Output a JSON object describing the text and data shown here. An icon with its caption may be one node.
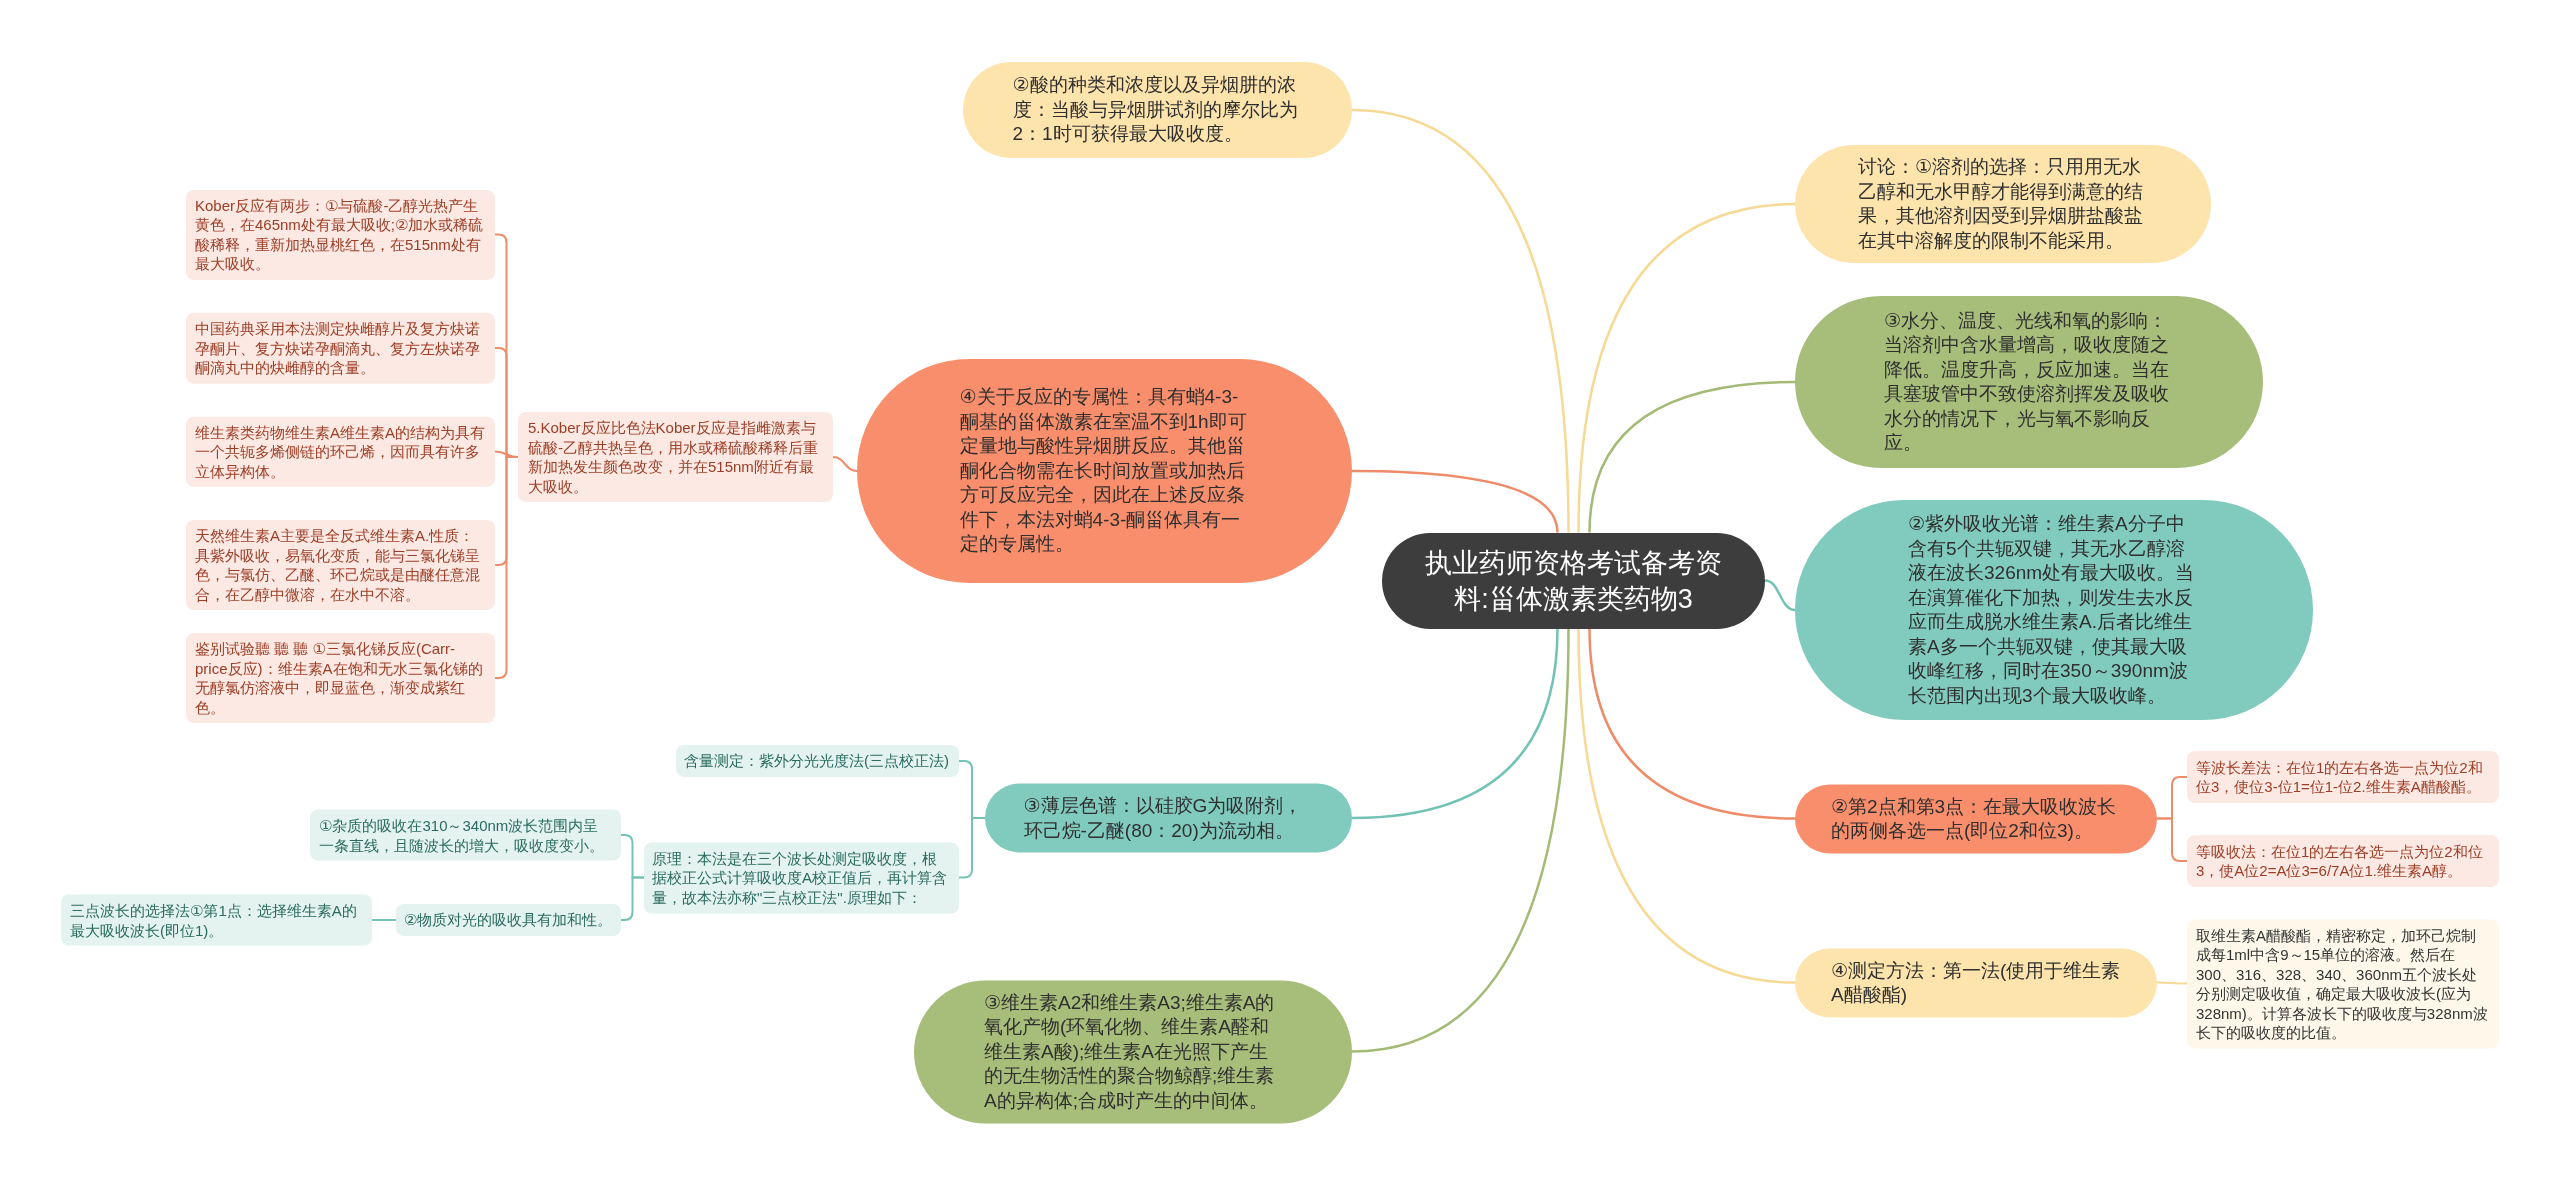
{
  "diagram": {
    "nodes": [
      {
        "text": [
          "执业药师资格考试备考资料:甾体激素类药物3"
        ]
      },
      {
        "text": [
          "②酸的种类和浓度以及异烟肼的浓度：当酸与异烟肼试剂的摩尔比为2：1时可获得最大吸收度。"
        ]
      },
      {
        "text": [
          "④关于反应的专属性：具有蛸4-3-酮基的甾体激素在室温不到1h即可定量地与酸性异烟肼反应。其他甾酮化合物需在长时间放置或加热后方可反应完全，因此在上述反应条件下，本法对蛸4-3-酮甾体具有一定的专属性。"
        ]
      },
      {
        "text": [
          "5.Kober反应比色法Kober反应是指雌激素与硫酸-乙醇共热呈色，用水或稀硫酸稀释后重新加热发生颜色改变，并在515nm附近有最大吸收。"
        ]
      },
      {
        "text": [
          "Kober反应有两步：①与硫酸-乙醇光热产生黄色，在465nm处有最大吸收;②加水或稀硫酸稀释，重新加热显桃红色，在515nm处有最大吸收。"
        ]
      },
      {
        "text": [
          "中国药典采用本法测定炔雌醇片及复方炔诺孕酮片、复方炔诺孕酮滴丸、复方左炔诺孕酮滴丸中的炔雌醇的含量。"
        ]
      },
      {
        "text": [
          "维生素类药物维生素A维生素A的结构为具有一个共轭多烯侧链的环己烯，因而具有许多立体异构体。"
        ]
      },
      {
        "text": [
          "天然维生素A主要是全反式维生素A.性质：具紫外吸收，易氧化变质，能与三氯化锑呈色，与氯仿、乙醚、环己烷或是由醚任意混合，在乙醇中微溶，在水中不溶。"
        ]
      },
      {
        "text": [
          "鉴别试验聽 聽 聽 ①三氯化锑反应(Carr-price反应)：维生素A在饱和无水三氯化锑的无醇氯仿溶液中，即显蓝色，渐变成紫红色。"
        ]
      },
      {
        "text": [
          "③薄层色谱：以硅胶G为吸附剂，环己烷-乙醚(80：20)为流动相。"
        ]
      },
      {
        "text": [
          "含量测定：紫外分光光度法(三点校正法)"
        ]
      },
      {
        "text": [
          "原理：本法是在三个波长处测定吸收度，根据校正公式计算吸收度A校正值后，再计算含量，故本法亦称\"三点校正法\".原理如下："
        ]
      },
      {
        "text": [
          "①杂质的吸收在310～340nm波长范围内呈一条直线，且随波长的增大，吸收度变小。"
        ]
      },
      {
        "text": [
          "②物质对光的吸收具有加和性。"
        ]
      },
      {
        "text": [
          "三点波长的选择法①第1点：选择维生素A的最大吸收波长(即位1)。"
        ]
      },
      {
        "text": [
          "③维生素A2和维生素A3;维生素A的氧化产物(环氧化物、维生素A醛和维生素A酸);维生素A在光照下产生的无生物活性的聚合物鲸醇;维生素A的异构体;合成时产生的中间体。"
        ]
      },
      {
        "text": [
          "讨论：①溶剂的选择：只用用无水乙醇和无水甲醇才能得到满意的结果，其他溶剂因受到异烟肼盐酸盐在其中溶解度的限制不能采用。"
        ]
      },
      {
        "text": [
          "③水分、温度、光线和氧的影响：当溶剂中含水量增高，吸收度随之降低。温度升高，反应加速。当在具塞玻管中不致使溶剂挥发及吸收水分的情况下，光与氧不影响反应。"
        ]
      },
      {
        "text": [
          "②紫外吸收光谱：维生素A分子中含有5个共轭双键，其无水乙醇溶液在波长326nm处有最大吸收。当在演算催化下加热，则发生去水反应而生成脱水维生素A.后者比维生素A多一个共轭双键，使其最大吸收峰红移，同时在350～390nm波长范围内出现3个最大吸收峰。"
        ]
      },
      {
        "text": [
          "②第2点和第3点：在最大吸收波长的两侧各选一点(即位2和位3)。"
        ]
      },
      {
        "text": [
          "等波长差法：在位1的左右各选一点为位2和位3，使位3-位1=位1-位2.维生素A醋酸酯。"
        ]
      },
      {
        "text": [
          "等吸收法：在位1的左右各选一点为位2和位3，使A位2=A位3=6/7A位1.维生素A醇。"
        ]
      },
      {
        "text": [
          "④测定方法：第一法(使用于维生素A醋酸酯)"
        ]
      },
      {
        "text": [
          "取维生素A醋酸酯，精密称定，加环己烷制成每1ml中含9～15单位的溶液。然后在300、316、328、340、360nm五个波长处分别测定吸收值，确定最大吸收波长(应为328nm)。计算各波长下的吸收度与328nm波长下的吸收度的比值。"
        ]
      }
    ],
    "edges": [
      {
        "from": 0,
        "to": 1,
        "arrow": "none",
        "color": "#f5d995"
      },
      {
        "from": 0,
        "to": 2,
        "arrow": "none"
      },
      {
        "from": 2,
        "to": 3,
        "arrow": "none"
      },
      {
        "from": 3,
        "to": 4,
        "arrow": "none"
      },
      {
        "from": 3,
        "to": 5,
        "arrow": "none"
      },
      {
        "from": 3,
        "to": 6,
        "arrow": "none"
      },
      {
        "from": 3,
        "to": 7,
        "arrow": "none"
      },
      {
        "from": 3,
        "to": 8,
        "arrow": "none"
      },
      {
        "from": 0,
        "to": 9,
        "arrow": "none",
        "color": "#72c3b4"
      },
      {
        "from": 9,
        "to": 10,
        "arrow": "none",
        "color": "#72c3b4"
      },
      {
        "from": 9,
        "to": 11,
        "arrow": "none",
        "color": "#72c3b4"
      },
      {
        "from": 11,
        "to": 12,
        "arrow": "none",
        "color": "#72c3b4"
      },
      {
        "from": 11,
        "to": 13,
        "arrow": "none",
        "color": "#72c3b4"
      },
      {
        "from": 13,
        "to": 14,
        "arrow": "none",
        "color": "#72c3b4"
      },
      {
        "from": 0,
        "to": 15,
        "arrow": "none",
        "color": "#a3bb76"
      },
      {
        "from": 0,
        "to": 16,
        "arrow": "none",
        "color": "#f5d995"
      },
      {
        "from": 0,
        "to": 17,
        "arrow": "none",
        "color": "#a3bb76"
      },
      {
        "from": 0,
        "to": 18,
        "arrow": "none",
        "color": "#72c3b4"
      },
      {
        "from": 0,
        "to": 19,
        "arrow": "none"
      },
      {
        "from": 19,
        "to": 20,
        "arrow": "none"
      },
      {
        "from": 19,
        "to": 21,
        "arrow": "none"
      },
      {
        "from": 0,
        "to": 22,
        "arrow": "none",
        "color": "#f5d995"
      },
      {
        "from": 22,
        "to": 23,
        "arrow": "none",
        "color": "#f5d995"
      }
    ]
  }
}
